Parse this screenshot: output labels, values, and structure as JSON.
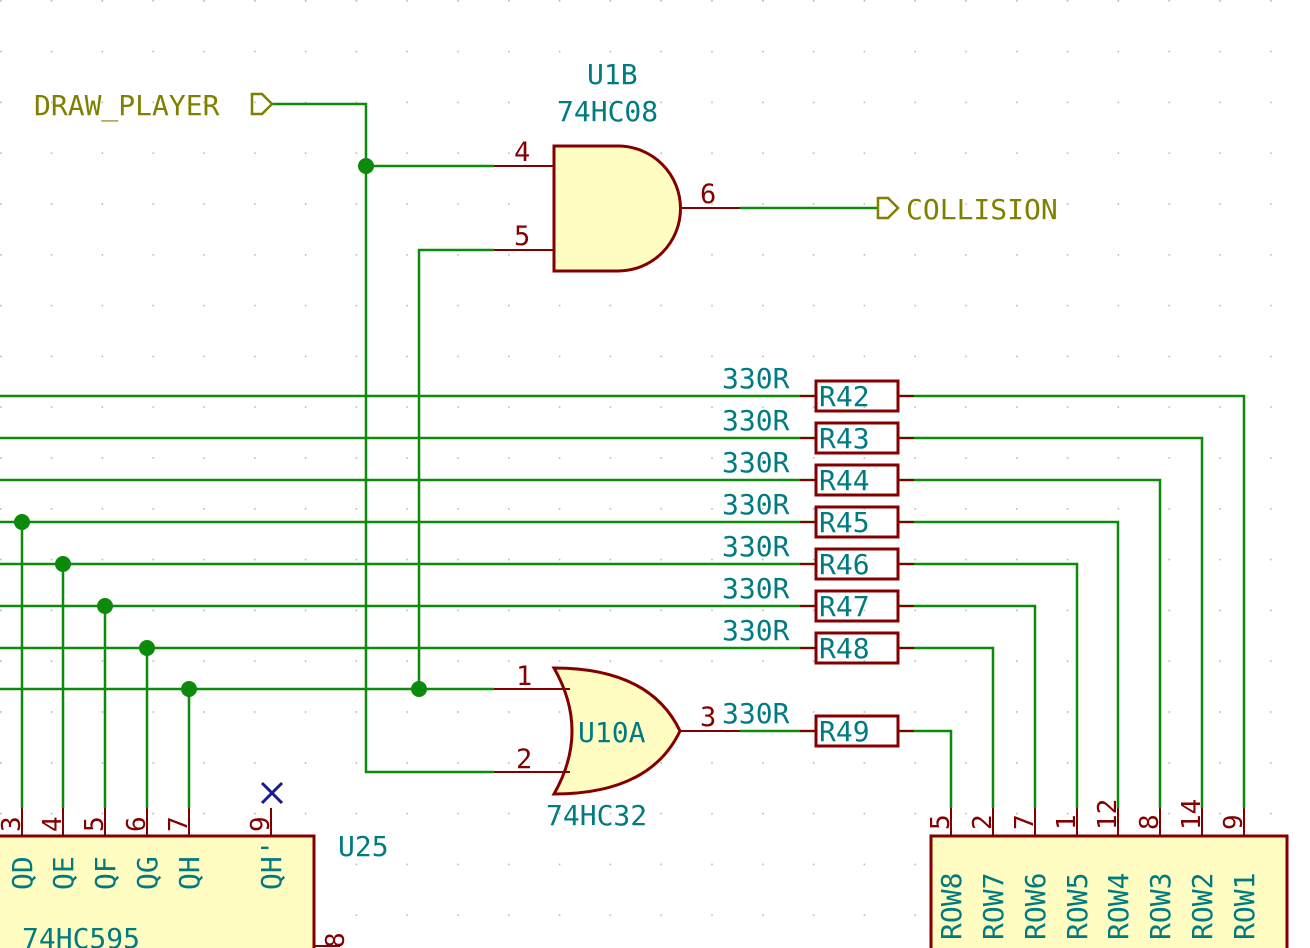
{
  "colors": {
    "wire": "#0b8a0b",
    "body": "#840000",
    "fill": "#fffdc2",
    "label": "#007b80",
    "pin": "#840000",
    "netlabel": "#808000",
    "nc": "#1a1a8c"
  },
  "gates": {
    "and": {
      "ref": "U1B",
      "value": "74HC08",
      "pins": [
        "4",
        "5",
        "6"
      ]
    },
    "or": {
      "ref": "U10A",
      "value": "74HC32",
      "pins": [
        "1",
        "2",
        "3"
      ]
    }
  },
  "netlabels": {
    "input": "DRAW_PLAYER",
    "output": "COLLISION"
  },
  "resistors": [
    {
      "ref": "R42",
      "value": "330R"
    },
    {
      "ref": "R43",
      "value": "330R"
    },
    {
      "ref": "R44",
      "value": "330R"
    },
    {
      "ref": "R45",
      "value": "330R"
    },
    {
      "ref": "R46",
      "value": "330R"
    },
    {
      "ref": "R47",
      "value": "330R"
    },
    {
      "ref": "R48",
      "value": "330R"
    },
    {
      "ref": "R49",
      "value": "330R"
    }
  ],
  "shift_register": {
    "ref": "U25",
    "value": "74HC595",
    "pins": [
      {
        "num": "3",
        "name": "QD"
      },
      {
        "num": "4",
        "name": "QE"
      },
      {
        "num": "5",
        "name": "QF"
      },
      {
        "num": "6",
        "name": "QG"
      },
      {
        "num": "7",
        "name": "QH"
      },
      {
        "num": "9",
        "name": "QH'"
      }
    ],
    "extra_pin": "8"
  },
  "row_connector": {
    "pins": [
      {
        "num": "5",
        "name": "ROW8"
      },
      {
        "num": "2",
        "name": "ROW7"
      },
      {
        "num": "7",
        "name": "ROW6"
      },
      {
        "num": "1",
        "name": "ROW5"
      },
      {
        "num": "12",
        "name": "ROW4"
      },
      {
        "num": "8",
        "name": "ROW3"
      },
      {
        "num": "14",
        "name": "ROW2"
      },
      {
        "num": "9",
        "name": "ROW1"
      }
    ]
  }
}
